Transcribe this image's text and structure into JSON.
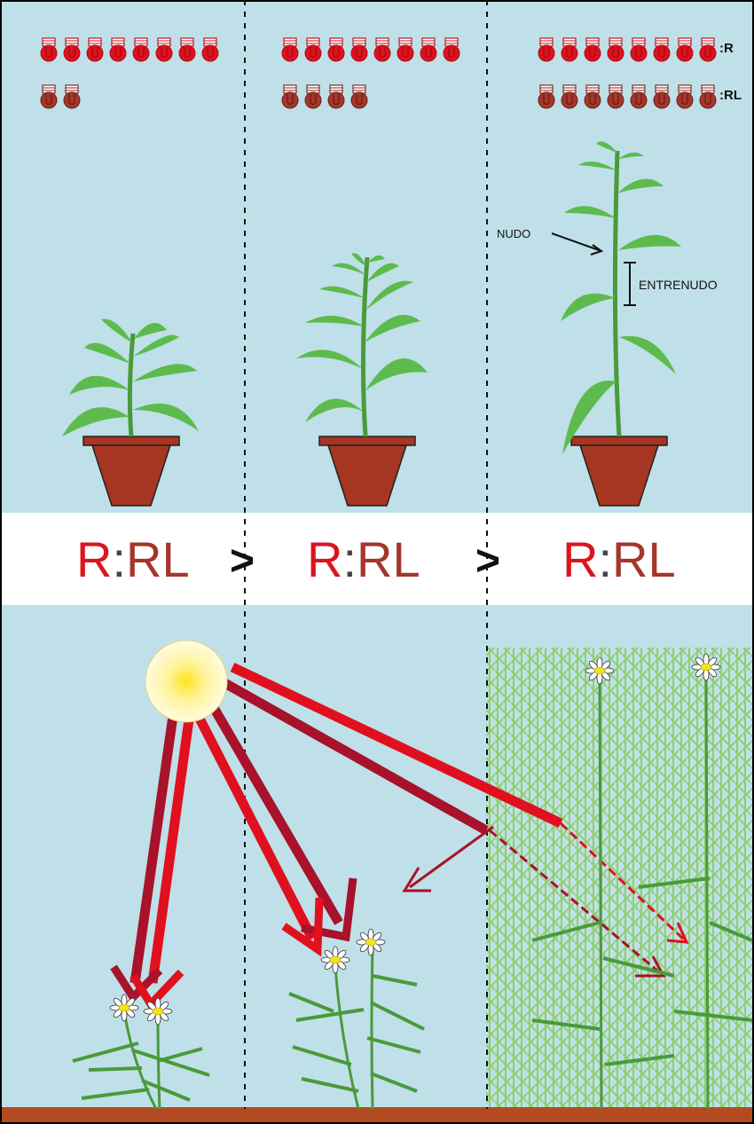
{
  "colors": {
    "sky": "#bfe0e8",
    "band": "#ffffff",
    "soil": "#b44a22",
    "leaf": "#5dbb4e",
    "stem": "#4a9a3a",
    "pot": "#a63522",
    "red_light": "#e0101f",
    "far_red_light": "#a8122a",
    "sun": "#fff2a0"
  },
  "legend": {
    "r_label": ":R",
    "rl_label": ":RL"
  },
  "columns": [
    {
      "r_bulbs": 8,
      "rl_bulbs": 2
    },
    {
      "r_bulbs": 8,
      "rl_bulbs": 4
    },
    {
      "r_bulbs": 8,
      "rl_bulbs": 8
    }
  ],
  "annotations": {
    "node": "NUDO",
    "internode": "ENTRENUDO"
  },
  "ratios": [
    {
      "r": "R",
      "colon": ":",
      "rl": "RL"
    },
    {
      "r": "R",
      "colon": ":",
      "rl": "RL"
    },
    {
      "r": "R",
      "colon": ":",
      "rl": "RL"
    }
  ],
  "comparators": [
    ">",
    ">"
  ]
}
